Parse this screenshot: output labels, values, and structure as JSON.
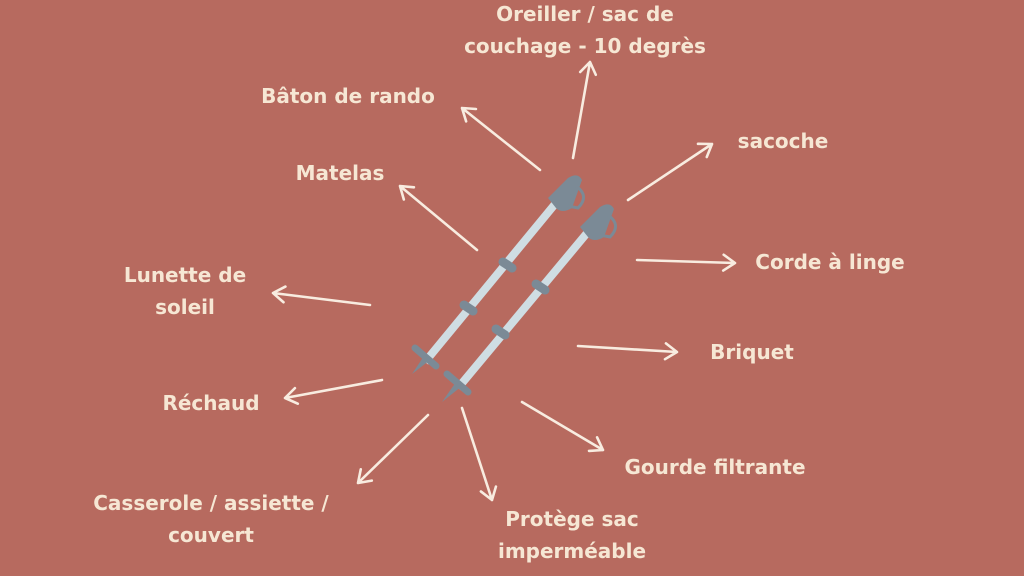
{
  "colors": {
    "background": "#b76a5f",
    "text": "#f6e7d4",
    "pole": "#cfdde3",
    "handle": "#7b8a96"
  },
  "center_image": "trekking-poles-icon",
  "labels": {
    "oreiller": [
      "Oreiller / sac de",
      "couchage - 10 degrès"
    ],
    "baton": "Bâton de rando",
    "matelas": "Matelas",
    "lunette": [
      "Lunette de",
      "soleil"
    ],
    "rechaud": "Réchaud",
    "casserole": [
      "Casserole / assiette /",
      "couvert"
    ],
    "protege": [
      "Protège sac",
      "imperméable"
    ],
    "gourde": "Gourde filtrante",
    "briquet": "Briquet",
    "corde": "Corde à linge",
    "sacoche": "sacoche"
  }
}
